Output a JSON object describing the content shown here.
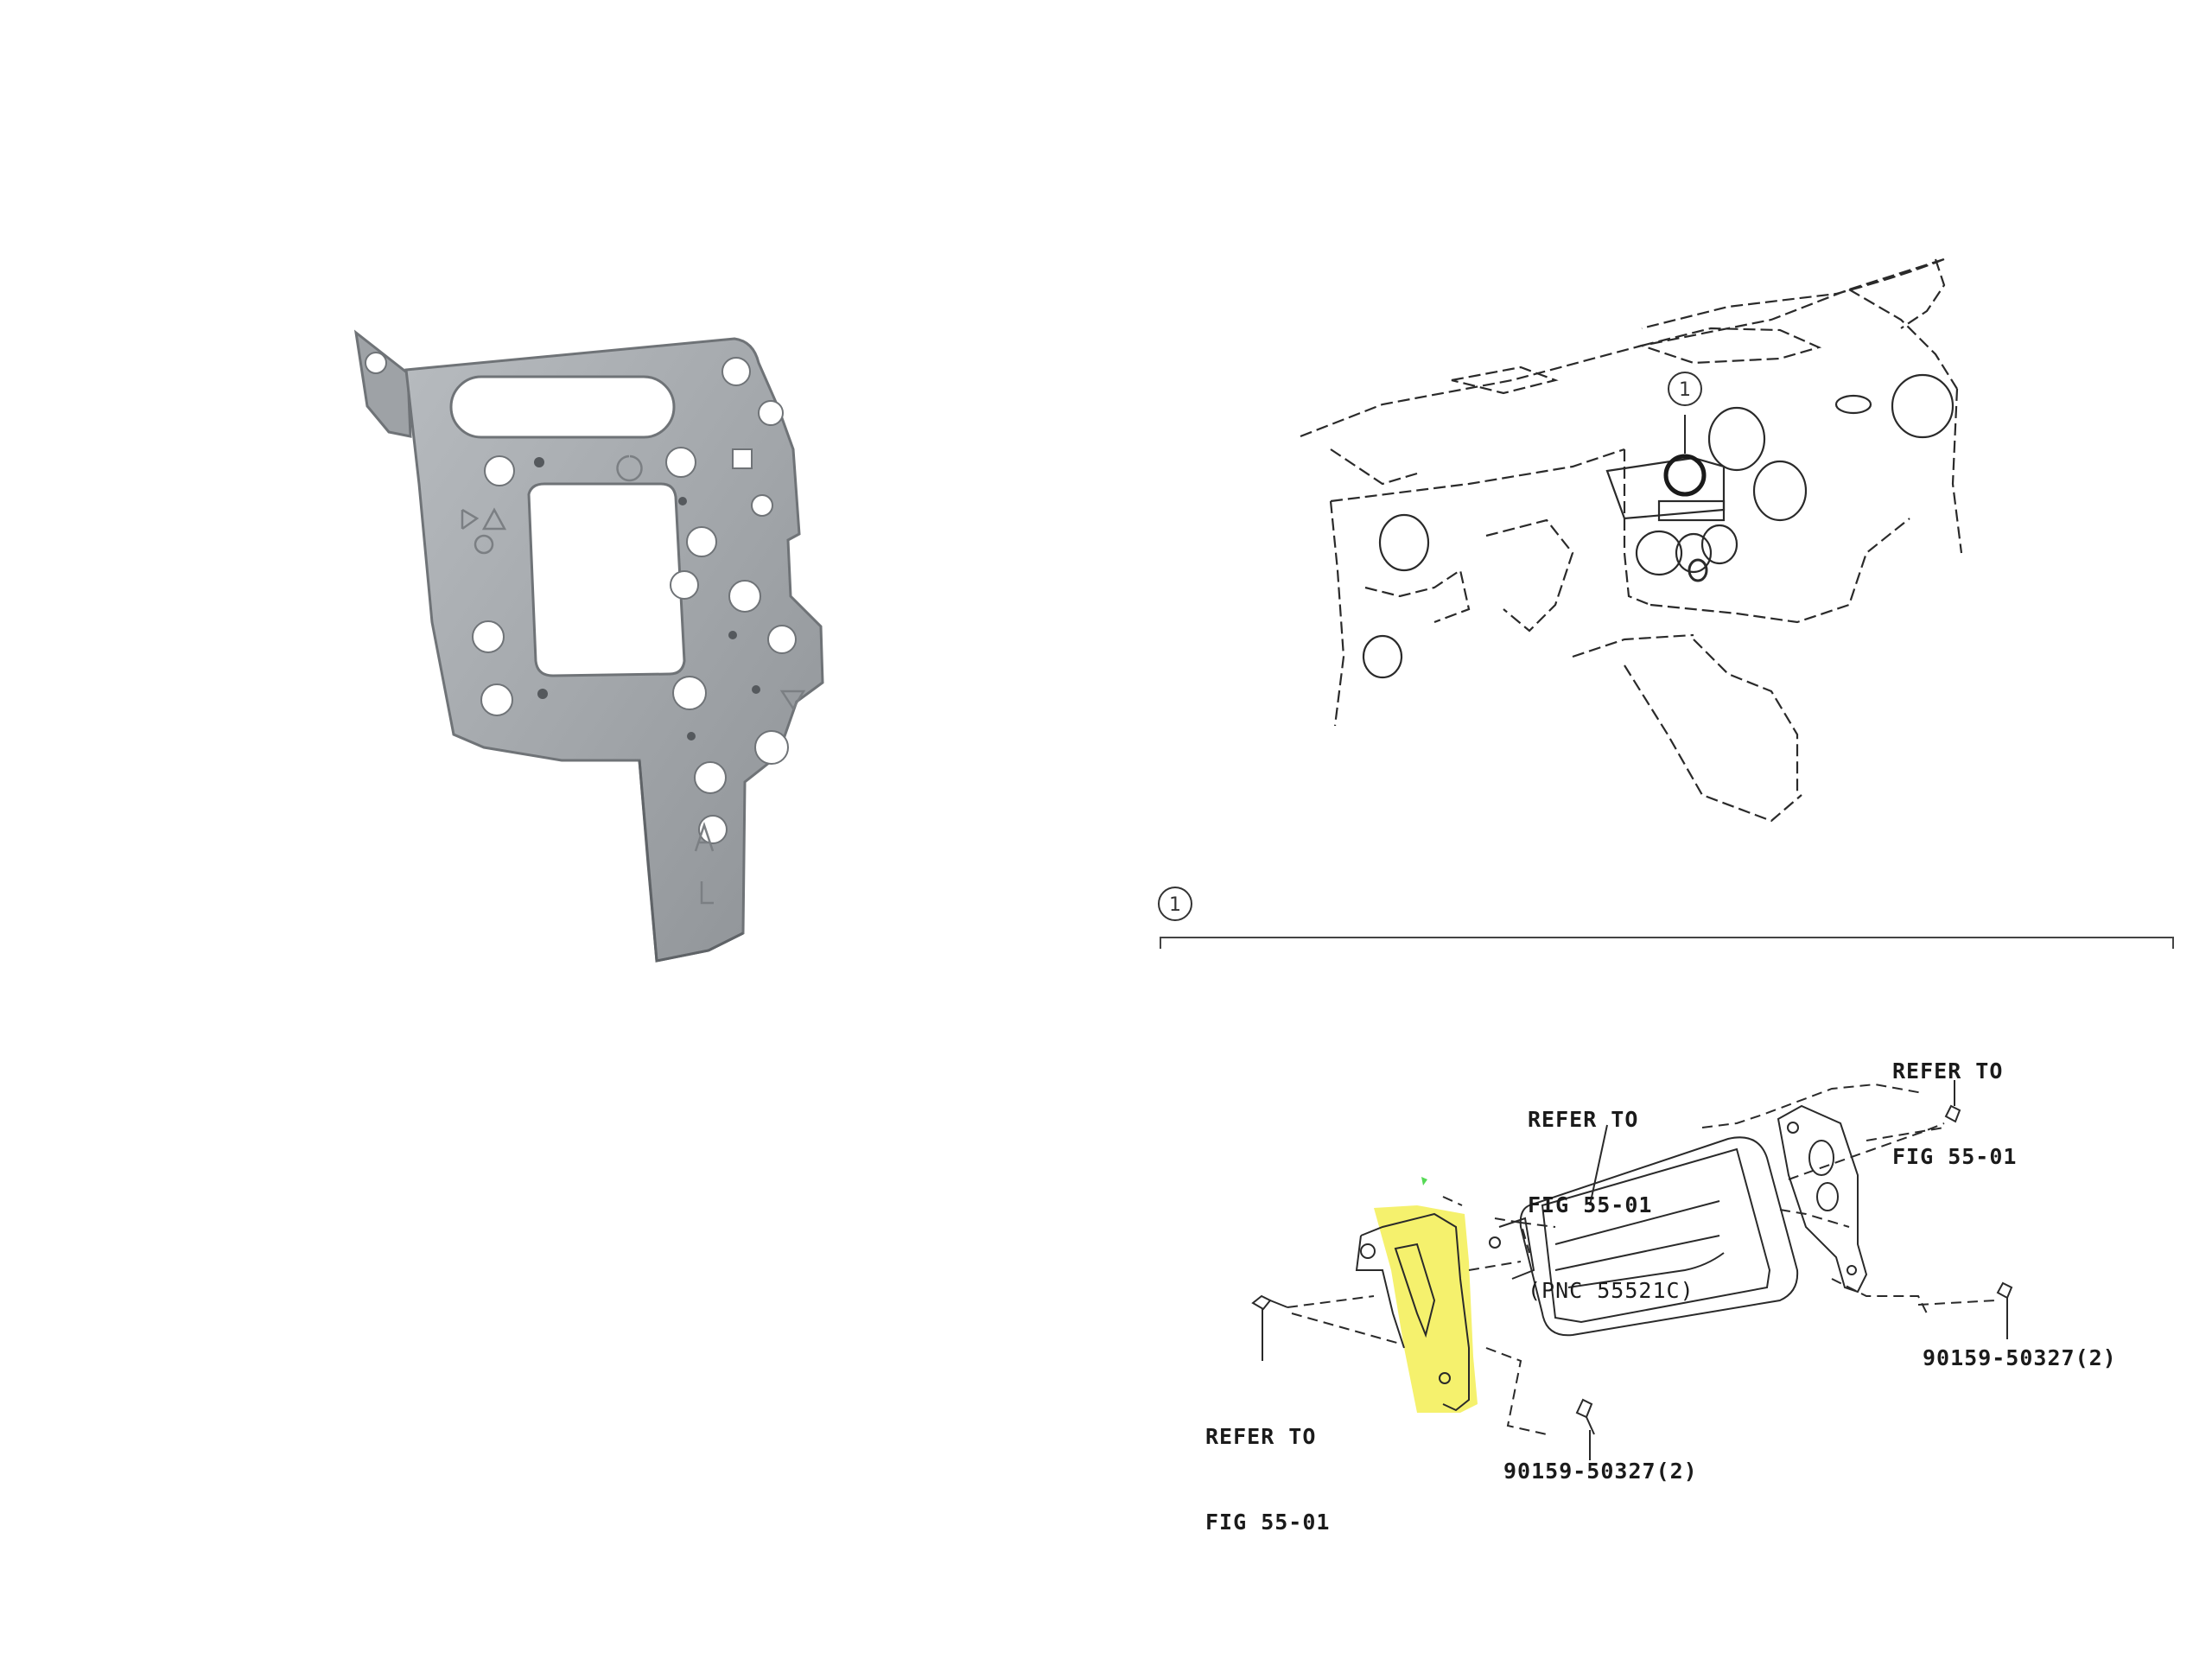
{
  "callouts": {
    "dashboard": "1",
    "section": "1"
  },
  "labels": {
    "ref_left_1": "REFER TO",
    "ref_left_2": "FIG 55-01",
    "ref_center_1": "REFER TO",
    "ref_center_2": "FIG 55-01",
    "ref_center_3": "(PNC 55521C)",
    "ref_right_1": "REFER TO",
    "ref_right_2": "FIG 55-01",
    "part_bottom": "90159-50327(2)",
    "part_right": "90159-50327(2)"
  },
  "colors": {
    "line": "#2a2a2a",
    "highlight": "#f2ec3c",
    "metal": "#a9adb1",
    "metal_dark": "#6f7377"
  }
}
